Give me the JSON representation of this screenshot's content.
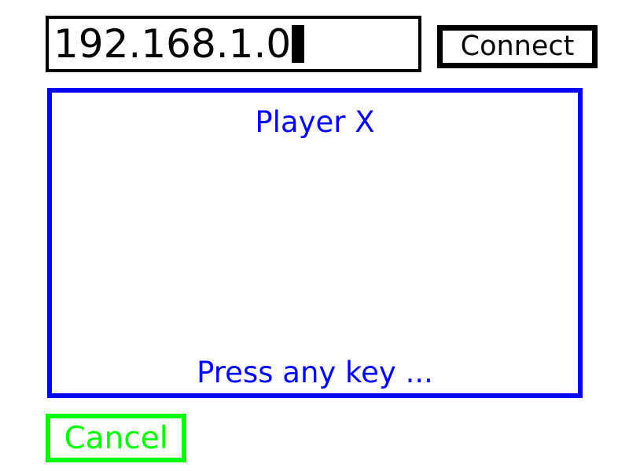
{
  "connection": {
    "ip_value": "192.168.1.0",
    "connect_label": "Connect"
  },
  "player_panel": {
    "title": "Player X",
    "prompt": "Press any key ..."
  },
  "footer": {
    "cancel_label": "Cancel"
  },
  "colors": {
    "input_border": "#000000",
    "panel_accent": "#0000ff",
    "cancel_accent": "#00ff00"
  }
}
